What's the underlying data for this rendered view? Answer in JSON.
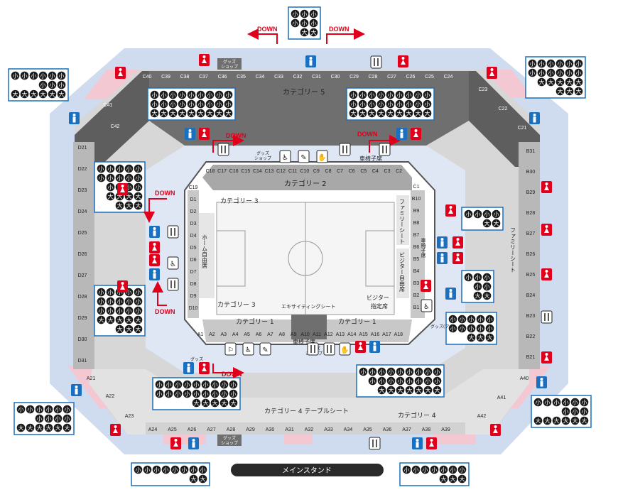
{
  "colors": {
    "outer_ring": "#cfdcef",
    "upper_seat": "#6f6f6f",
    "lower_seat": "#c8c8c8",
    "dark_seat": "#8a8a8a",
    "pink": "#f4c8d2",
    "pitch": "#f5f5f5",
    "red": "#e0001b",
    "blue": "#1a6fbf",
    "black": "#1a1a1a"
  },
  "labels": {
    "down": "DOWN",
    "category_5": "カテゴリー 5",
    "category_2": "カテゴリー 2",
    "category_3_upper": "カテゴリー 3",
    "category_3_lower": "カテゴリー 3",
    "category_1_left": "カテゴリー 1",
    "category_1_right": "カテゴリー 1",
    "category_4_table": "カテゴリー 4 テーブルシート",
    "category_4_right": "カテゴリー 4",
    "home_free": "ホーム自由席",
    "visitor_free": "ビジター自由席",
    "visitor_reserved_1": "ビジター",
    "visitor_reserved_2": "指定席",
    "family_seat_inner": "ファミリーシート",
    "family_seat_outer": "ファミリーシート",
    "wheelchair_top": "車椅子席",
    "wheelchair_bottom": "車椅子席",
    "wheelchair_right": "車椅子席",
    "exciting_seat": "エキサイティングシート",
    "goods_shop": "グッズショップ",
    "goods_shop_1": "グッズ",
    "goods_shop_2": "ショップ",
    "goods_bottom": "グッズ",
    "goods_right": "グッズ(アウ",
    "main_stand": "メインスタンド"
  },
  "upper_top": [
    "C40",
    "C39",
    "C38",
    "C37",
    "C36",
    "C35",
    "C34",
    "C33",
    "C32",
    "C31",
    "C30",
    "C29",
    "C28",
    "C27",
    "C26",
    "C25",
    "C24"
  ],
  "upper_topleft": [
    "C41",
    "C42"
  ],
  "upper_topright": [
    "C23",
    "C22",
    "C21"
  ],
  "upper_left": [
    "D21",
    "D22",
    "D23",
    "D24",
    "D25",
    "D26",
    "D27",
    "D28",
    "D29",
    "D30",
    "D31"
  ],
  "upper_right": [
    "B31",
    "B30",
    "B29",
    "B28",
    "B27",
    "B26",
    "B25",
    "B24",
    "B23",
    "B22",
    "B21"
  ],
  "upper_bottom": [
    "A24",
    "A25",
    "A26",
    "A27",
    "A28",
    "A29",
    "A30",
    "A31",
    "A32",
    "A33",
    "A34",
    "A35",
    "A36",
    "A37",
    "A38",
    "A39"
  ],
  "upper_bottom_left": [
    "A21",
    "A22",
    "A23"
  ],
  "upper_bottom_right": [
    "A40",
    "A41",
    "A42"
  ],
  "lower_top": [
    "C18",
    "C17",
    "C16",
    "C15",
    "C14",
    "C13",
    "C12",
    "C11",
    "C10",
    "C9",
    "C8",
    "C7",
    "C6",
    "C5",
    "C4",
    "C3",
    "C2"
  ],
  "lower_left": [
    "C19",
    "D1",
    "D2",
    "D3",
    "D4",
    "D5",
    "D6",
    "D7",
    "D8",
    "D9",
    "D10"
  ],
  "lower_right": [
    "C1",
    "B10",
    "B9",
    "B8",
    "B7",
    "B6",
    "B5",
    "B4",
    "B3",
    "B2",
    "B1"
  ],
  "lower_bottom": [
    "A1",
    "A2",
    "A3",
    "A4",
    "A5",
    "A6",
    "A7",
    "A8",
    "A9",
    "A10",
    "A11",
    "A12",
    "A13",
    "A14",
    "A15",
    "A16",
    "A17",
    "A18"
  ],
  "toilet_boxes": [
    {
      "id": "top-center",
      "rows": [
        [
          "小",
          "小",
          "小"
        ],
        [
          "小",
          "小",
          "小"
        ],
        [
          "大",
          "大"
        ]
      ]
    },
    {
      "id": "top-left-corner",
      "rows": [
        [
          "小",
          "小",
          "小",
          "小",
          "小",
          "小"
        ],
        [
          "小",
          "小",
          "小"
        ],
        [
          "大",
          "大",
          "大",
          "大",
          "大",
          "大"
        ]
      ]
    },
    {
      "id": "top-right-corner",
      "rows": [
        [
          "小",
          "小",
          "小",
          "小",
          "小",
          "小"
        ],
        [
          "小",
          "小",
          "小",
          "小",
          "小",
          "小"
        ],
        [
          "大",
          "大",
          "大",
          "大",
          "大"
        ],
        [
          "大",
          "大",
          "大"
        ]
      ]
    },
    {
      "id": "top-left-inner",
      "rows": [
        [
          "小",
          "小",
          "小",
          "小",
          "小",
          "小",
          "小",
          "小",
          "小"
        ],
        [
          "小",
          "小",
          "小",
          "小",
          "小",
          "小",
          "小",
          "小",
          "小"
        ],
        [
          "大",
          "大",
          "大",
          "大",
          "大",
          "大",
          "大",
          "大",
          "大"
        ]
      ]
    },
    {
      "id": "top-right-inner",
      "rows": [
        [
          "小",
          "小",
          "小",
          "小",
          "小",
          "小",
          "小",
          "小",
          "小"
        ],
        [
          "小",
          "小",
          "小",
          "小",
          "小",
          "小",
          "小",
          "小",
          "小"
        ],
        [
          "大",
          "大",
          "大",
          "大",
          "大",
          "大",
          "大",
          "大",
          "大"
        ]
      ]
    },
    {
      "id": "left-upper",
      "rows": [
        [
          "小",
          "小",
          "小",
          "小",
          "小"
        ],
        [
          "小",
          "小",
          "小",
          "小",
          "小"
        ],
        [
          "小",
          "小",
          "小",
          "小"
        ],
        [
          "大",
          "大",
          "大",
          "大"
        ],
        [
          "大",
          "大",
          "大"
        ]
      ]
    },
    {
      "id": "left-lower",
      "rows": [
        [
          "小",
          "小",
          "小",
          "小",
          "小"
        ],
        [
          "小",
          "小",
          "小",
          "小",
          "小"
        ],
        [
          "小",
          "小",
          "小",
          "小",
          "小"
        ],
        [
          "大",
          "大",
          "大",
          "大",
          "大"
        ],
        [
          "大",
          "大",
          "大"
        ]
      ]
    },
    {
      "id": "right-b8",
      "rows": [
        [
          "小",
          "小",
          "小",
          "小"
        ],
        [
          "大",
          "大"
        ]
      ]
    },
    {
      "id": "right-b4",
      "rows": [
        [
          "小",
          "小",
          "小"
        ],
        [
          "小",
          "小"
        ],
        [
          "大",
          "大"
        ]
      ]
    },
    {
      "id": "right-b22",
      "rows": [
        [
          "小",
          "小",
          "小",
          "小",
          "小"
        ],
        [
          "小",
          "小",
          "小",
          "小",
          "小"
        ],
        [
          "大",
          "大",
          "大"
        ]
      ]
    },
    {
      "id": "bottom-left-corner",
      "rows": [
        [
          "小",
          "小",
          "小",
          "小",
          "小",
          "小"
        ],
        [
          "小",
          "小",
          "小",
          "小"
        ],
        [
          "大",
          "大",
          "大",
          "大",
          "大",
          "大"
        ]
      ]
    },
    {
      "id": "bottom-right-corner",
      "rows": [
        [
          "小",
          "小",
          "小",
          "小",
          "小",
          "小"
        ],
        [
          "小",
          "小",
          "小"
        ],
        [
          "大",
          "大",
          "大",
          "大",
          "大",
          "大"
        ]
      ]
    },
    {
      "id": "bottom-center-left",
      "rows": [
        [
          "小",
          "小",
          "小",
          "小",
          "小",
          "小",
          "小",
          "小",
          "小"
        ],
        [
          "小",
          "小",
          "小",
          "小",
          "小",
          "小",
          "小",
          "小",
          "小"
        ],
        [
          "大",
          "大",
          "大",
          "大",
          "大"
        ]
      ]
    },
    {
      "id": "bottom-center-right",
      "rows": [
        [
          "小",
          "小",
          "小",
          "小",
          "小",
          "小",
          "小",
          "小",
          "小"
        ],
        [
          "小",
          "小",
          "小",
          "小",
          "小",
          "小",
          "小",
          "小"
        ],
        [
          "大",
          "大",
          "大",
          "大",
          "大",
          "大",
          "大"
        ]
      ]
    },
    {
      "id": "bottom-gate-left",
      "rows": [
        [
          "小",
          "小",
          "小",
          "小",
          "小",
          "小",
          "小",
          "小"
        ],
        [
          "大",
          "大"
        ]
      ]
    },
    {
      "id": "bottom-gate-right",
      "rows": [
        [
          "小",
          "小",
          "小",
          "小",
          "小",
          "小",
          "小"
        ],
        [
          "大",
          "大",
          "大"
        ]
      ]
    }
  ],
  "icons": [
    "toilet-women-icon",
    "toilet-men-icon",
    "restaurant-icon",
    "wheelchair-icon",
    "nursing-room-icon",
    "first-aid-icon",
    "baby-icon",
    "stroller-icon"
  ]
}
